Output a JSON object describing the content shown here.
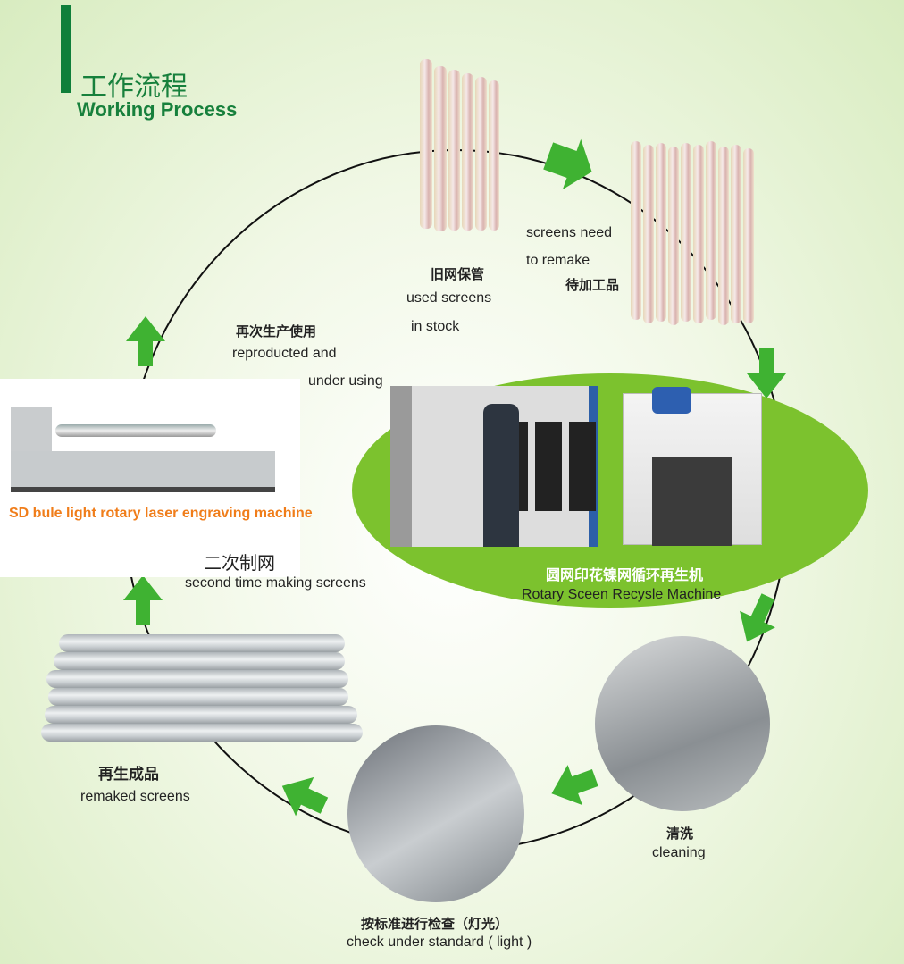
{
  "header": {
    "title_cn": "工作流程",
    "title_en": "Working Process"
  },
  "colors": {
    "accent": "#17803c",
    "arrow": "#3fb232",
    "center_oval": "#7cc22e",
    "machine_label": "#f07d1a"
  },
  "steps": [
    {
      "cn": "旧网保管",
      "en1": "used screens",
      "en2": "in stock"
    },
    {
      "en1": "screens need",
      "en2": "to remake",
      "cn": "待加工品"
    },
    {
      "cn": "圆网印花镍网循环再生机",
      "en": "Rotary Sceen Recysle Machine"
    },
    {
      "cn": "清洗",
      "en": "cleaning"
    },
    {
      "cn": "按标准进行检查（灯光）",
      "en": "check under standard ( light )"
    },
    {
      "cn": "再生成品",
      "en": "remaked screens"
    },
    {
      "cn": "二次制网",
      "en": "second time making screens",
      "machine": "SD bule light rotary laser engraving machine"
    },
    {
      "cn": "再次生产使用",
      "en1": "reproducted and",
      "en2": "under using"
    }
  ]
}
